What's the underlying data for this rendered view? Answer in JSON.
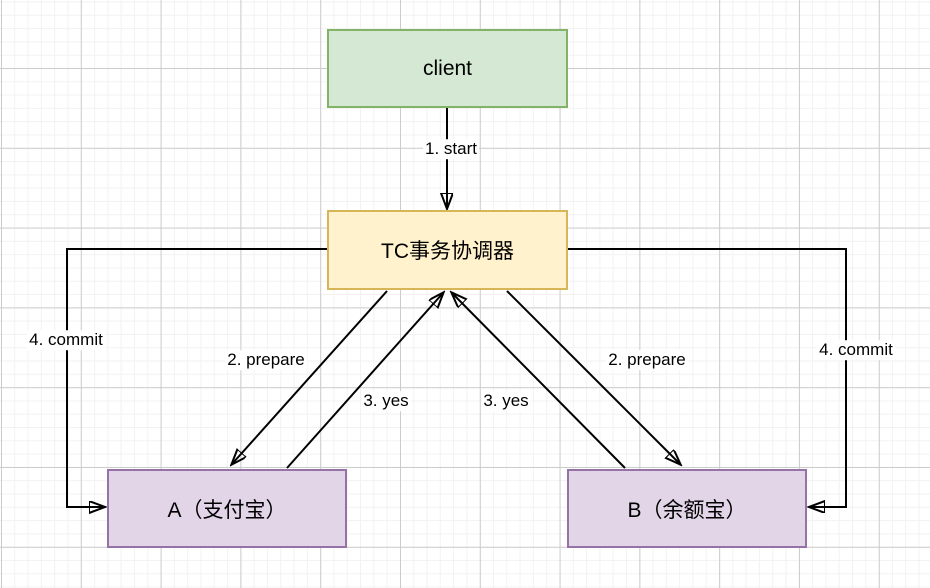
{
  "diagram": {
    "title": "two-phase-commit-flow",
    "nodes": {
      "client": {
        "label": "client",
        "fill": "#d5e8d4",
        "border": "#82b366"
      },
      "coordinator": {
        "label": "TC事务协调器",
        "fill": "#fff2cc",
        "border": "#d6b656"
      },
      "participant_a": {
        "label": "A（支付宝）",
        "fill": "#e1d5e7",
        "border": "#9673a6"
      },
      "participant_b": {
        "label": "B（余额宝）",
        "fill": "#e1d5e7",
        "border": "#9673a6"
      }
    },
    "edges": {
      "start": {
        "label": "1. start",
        "from": "client",
        "to": "coordinator"
      },
      "prepare_left": {
        "label": "2. prepare",
        "from": "coordinator",
        "to": "participant_a"
      },
      "yes_left": {
        "label": "3. yes",
        "from": "participant_a",
        "to": "coordinator"
      },
      "prepare_right": {
        "label": "2. prepare",
        "from": "coordinator",
        "to": "participant_b"
      },
      "yes_right": {
        "label": "3. yes",
        "from": "participant_b",
        "to": "coordinator"
      },
      "commit_left": {
        "label": "4. commit",
        "from": "coordinator",
        "to": "participant_a"
      },
      "commit_right": {
        "label": "4. commit",
        "from": "coordinator",
        "to": "participant_b"
      }
    },
    "colors": {
      "edge": "#000000",
      "grid_major": "#cccccc",
      "grid_minor": "#f3f2f2",
      "canvas": "#ffffff"
    }
  }
}
